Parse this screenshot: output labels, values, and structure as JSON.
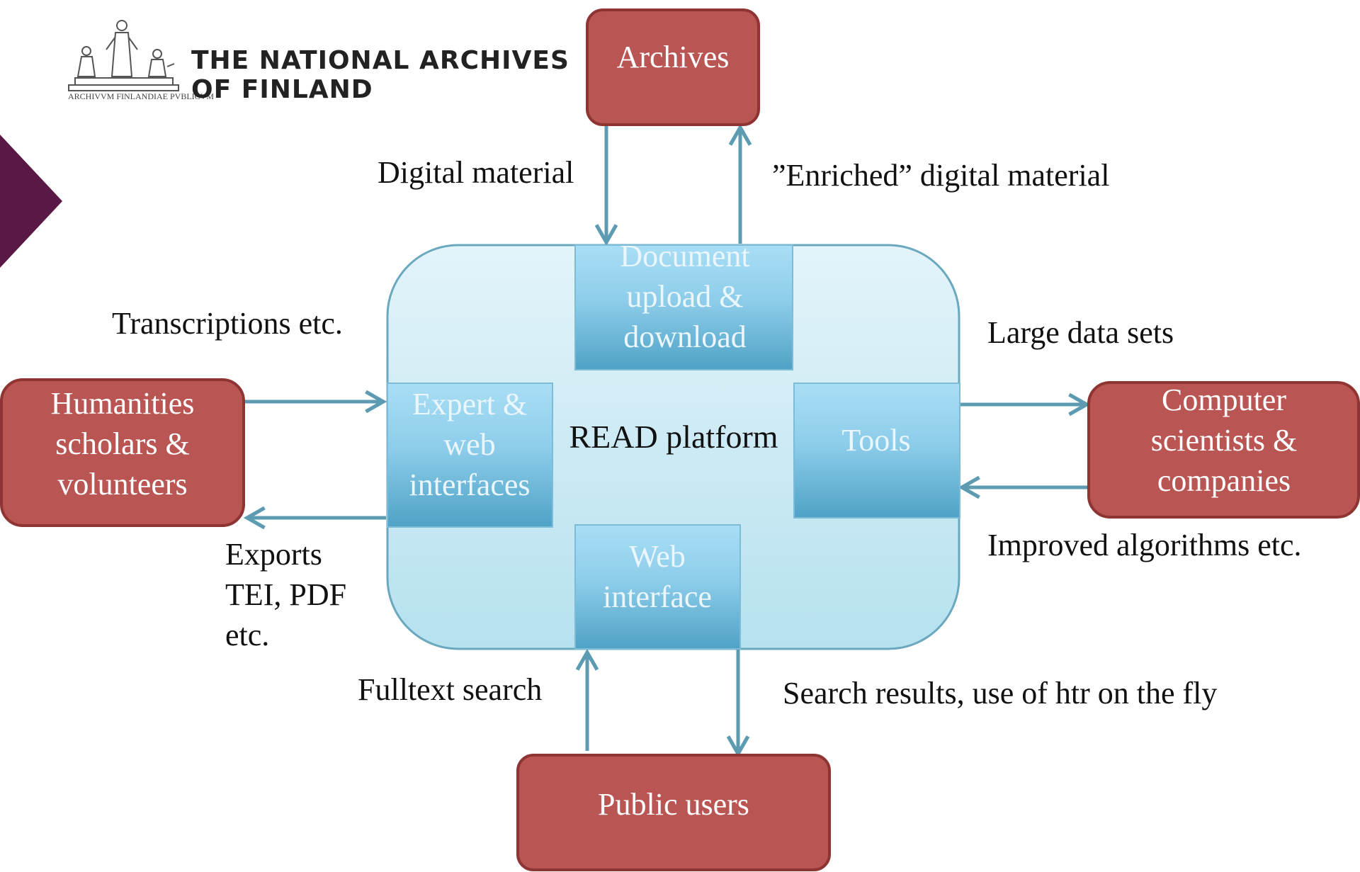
{
  "logo": {
    "line1": "THE NATIONAL ARCHIVES",
    "line2": "OF FINLAND",
    "caption": "ARCHIVVM FINLANDIAE PVBLICVM"
  },
  "colors": {
    "actor_fill": "#b95552",
    "actor_border": "#8e3533",
    "module_fill_top": "#a9def5",
    "module_fill_bottom": "#4fa2c6",
    "platform_fill": "#cdebf5",
    "arrow": "#5d9bb2",
    "side_marker": "#5a1846"
  },
  "nodes": {
    "archives": [
      "Archives"
    ],
    "humanities": [
      "Humanities",
      "scholars &",
      "volunteers"
    ],
    "computer": [
      "Computer",
      "scientists &",
      "companies"
    ],
    "public": [
      "Public users"
    ],
    "platform": [
      "READ platform"
    ],
    "document": [
      "Document",
      "upload &",
      "download"
    ],
    "expert": [
      "Expert &",
      "web",
      "interfaces"
    ],
    "tools": [
      "Tools"
    ],
    "web": [
      "Web",
      "interface"
    ]
  },
  "edges": {
    "digital_material": [
      "Digital material"
    ],
    "enriched": [
      "”Enriched” digital material"
    ],
    "transcriptions": [
      "Transcriptions etc."
    ],
    "exports": [
      "Exports",
      "TEI, PDF",
      "etc."
    ],
    "large_data": [
      "Large data sets"
    ],
    "improved": [
      "Improved algorithms etc."
    ],
    "fulltext": [
      "Fulltext search"
    ],
    "search_results": [
      "Search results, use of htr on the fly"
    ]
  }
}
